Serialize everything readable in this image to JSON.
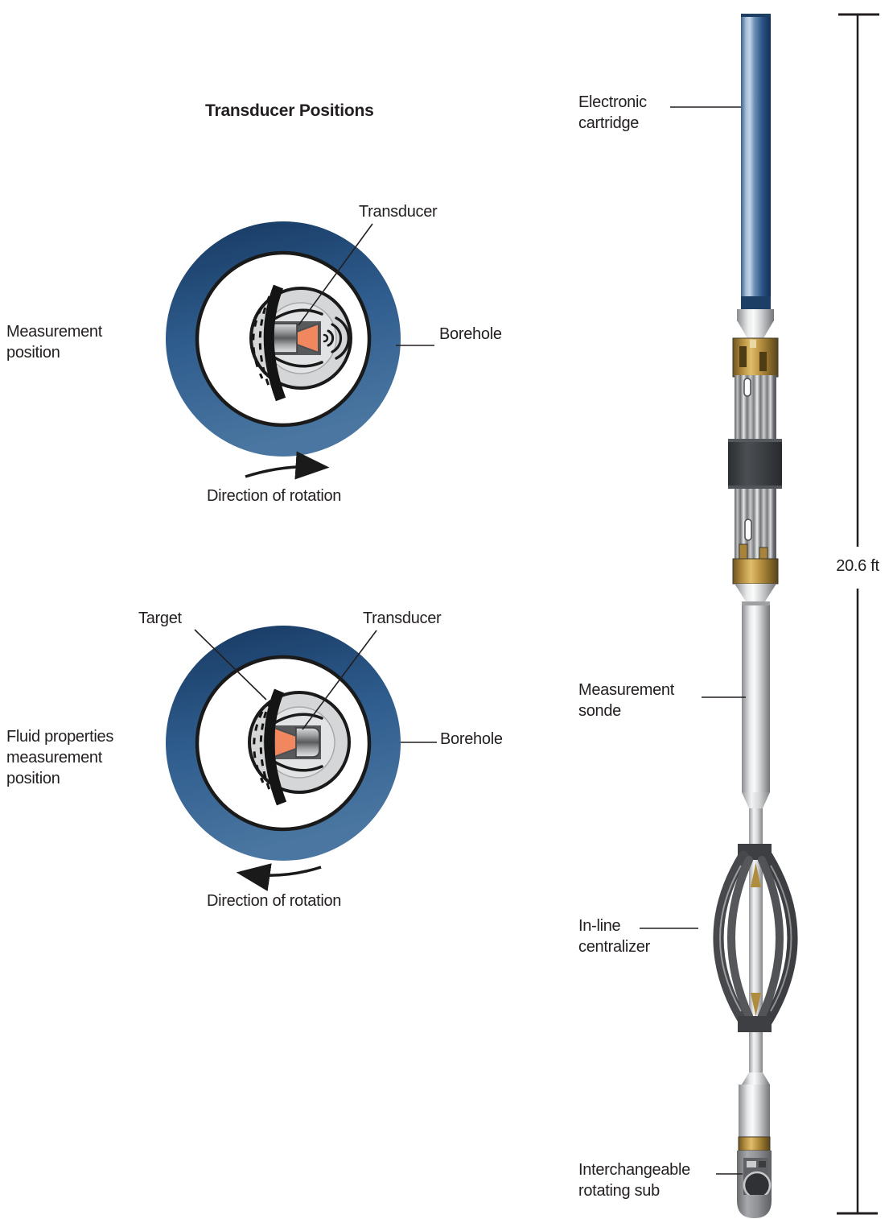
{
  "title": "Transducer Positions",
  "top_diagram": {
    "transducer_label": "Transducer",
    "borehole_label": "Borehole",
    "position_label": "Measurement position",
    "rotation_label": "Direction of rotation"
  },
  "bottom_diagram": {
    "target_label": "Target",
    "transducer_label": "Transducer",
    "borehole_label": "Borehole",
    "position_label": "Fluid properties measurement position",
    "rotation_label": "Direction of rotation"
  },
  "tool_diagram": {
    "electronic_cartridge_label": "Electronic cartridge",
    "measurement_sonde_label": "Measurement sonde",
    "inline_centralizer_label": "In-line centralizer",
    "rotating_sub_label": "Interchangeable rotating sub",
    "total_length": "20.6 ft"
  },
  "colors": {
    "borehole_blue_dark": "#16375f",
    "borehole_blue_light": "#4a76a1",
    "transducer_orange": "#f0875f",
    "cartridge_blue": "#2d5d92",
    "brass_gold": "#c79f4e",
    "steel_gray": "#cfd0d2",
    "dark_band": "#3f4246",
    "ink": "#231f20"
  }
}
